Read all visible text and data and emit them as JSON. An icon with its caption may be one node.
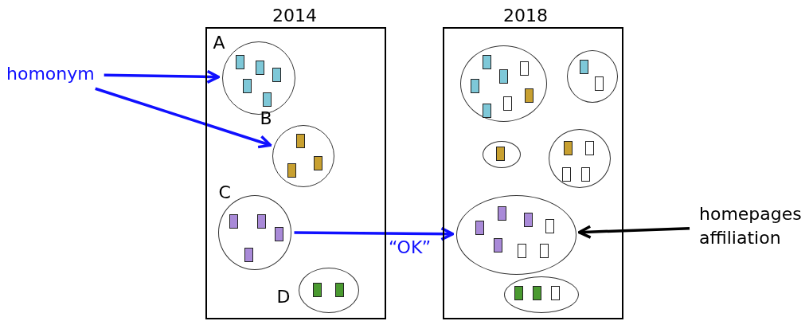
{
  "diagram": {
    "nodes": [
      {
        "text": [
          "homonym"
        ]
      },
      {
        "text": [
          "2014"
        ]
      },
      {
        "text": [
          "A"
        ],
        "in": 1
      },
      {
        "text": [
          "B"
        ],
        "in": 1
      },
      {
        "text": [
          "C"
        ],
        "in": 1
      },
      {
        "text": [
          "D"
        ],
        "in": 1
      },
      {
        "text": [
          "2018"
        ]
      },
      {
        "text": [],
        "shape": "circle",
        "in": 6
      },
      {
        "text": [],
        "shape": "circle",
        "in": 6
      },
      {
        "text": [],
        "shape": "circle",
        "in": 6
      },
      {
        "text": [],
        "shape": "circle",
        "in": 6
      },
      {
        "text": [],
        "shape": "circle",
        "in": 6
      },
      {
        "text": [],
        "shape": "circle",
        "in": 6
      },
      {
        "text": [
          "homepages affiliation"
        ]
      }
    ],
    "edges": [
      {
        "from": 0,
        "to": 2,
        "arrow": "to"
      },
      {
        "from": 0,
        "to": 3,
        "arrow": "to"
      },
      {
        "from": 4,
        "to": 11,
        "arrow": "to",
        "label": "“OK”"
      },
      {
        "from": 13,
        "to": 11,
        "arrow": "to",
        "color": "#000000"
      }
    ]
  }
}
